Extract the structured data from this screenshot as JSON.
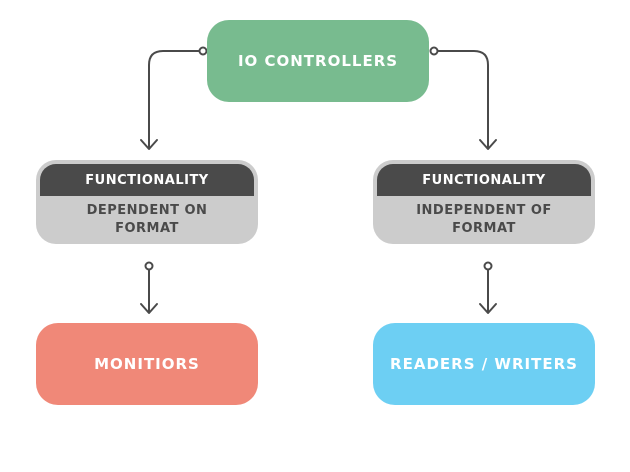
{
  "root": {
    "label": "IO CONTROLLERS"
  },
  "left": {
    "header": "FUNCTIONALITY",
    "body_line1": "DEPENDENT ON",
    "body_line2": "FORMAT",
    "leaf": "MONITIORS"
  },
  "right": {
    "header": "FUNCTIONALITY",
    "body_line1": "INDEPENDENT OF",
    "body_line2": "FORMAT",
    "leaf": "READERS / WRITERS"
  },
  "colors": {
    "root": "#78bb8f",
    "card_header": "#4a4a4a",
    "card_body": "#cccccc",
    "leaf_left": "#f08878",
    "leaf_right": "#6dcff3",
    "connector": "#4a4a4a"
  }
}
